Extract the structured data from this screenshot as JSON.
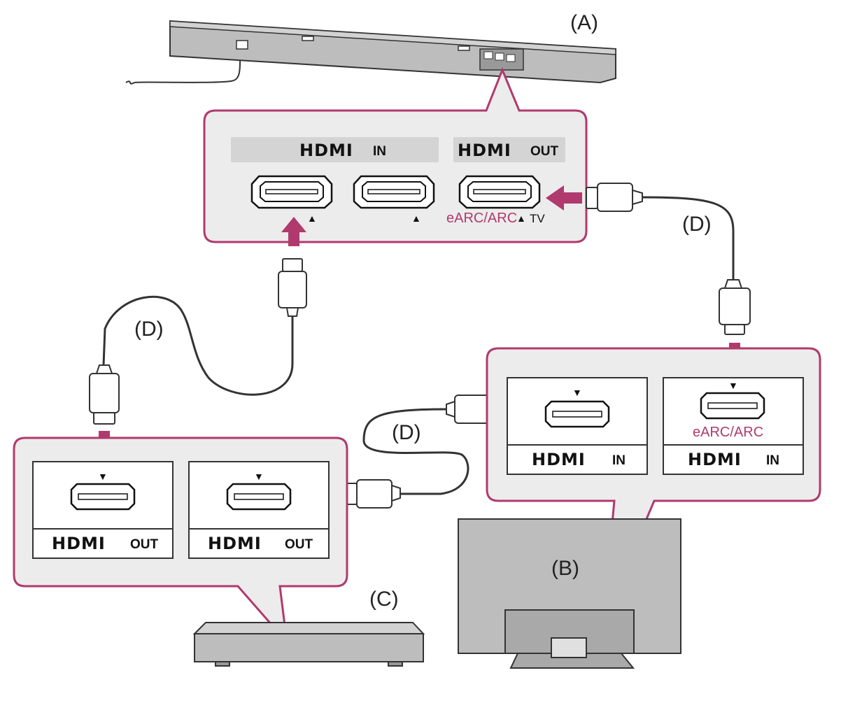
{
  "labels": {
    "soundbar": "(A)",
    "tv": "(B)",
    "player": "(C)",
    "cable_top": "(D)",
    "cable_left": "(D)",
    "cable_middle": "(D)"
  },
  "soundbar_panel": {
    "hdmi_in": {
      "logo": "HDMI",
      "suffix": "IN"
    },
    "hdmi_out": {
      "logo": "HDMI",
      "suffix": "OUT"
    },
    "port_markers": [
      "▲",
      "▲"
    ],
    "earc_label": "eARC/ARC",
    "tv_marker": "▲",
    "tv_label": "TV"
  },
  "tv_panel": {
    "port1": {
      "marker": "▼",
      "logo": "HDMI",
      "suffix": "IN"
    },
    "port2": {
      "marker": "▼",
      "earc_label": "eARC/ARC",
      "logo": "HDMI",
      "suffix": "IN"
    }
  },
  "player_panel": {
    "port1": {
      "marker": "▼",
      "logo": "HDMI",
      "suffix": "OUT"
    },
    "port2": {
      "marker": "▼",
      "logo": "HDMI",
      "suffix": "OUT"
    }
  },
  "colors": {
    "accent": "#b03a6e",
    "panel_fill": "#ececec",
    "device_fill": "#bdbdbd",
    "outline": "#333333"
  }
}
